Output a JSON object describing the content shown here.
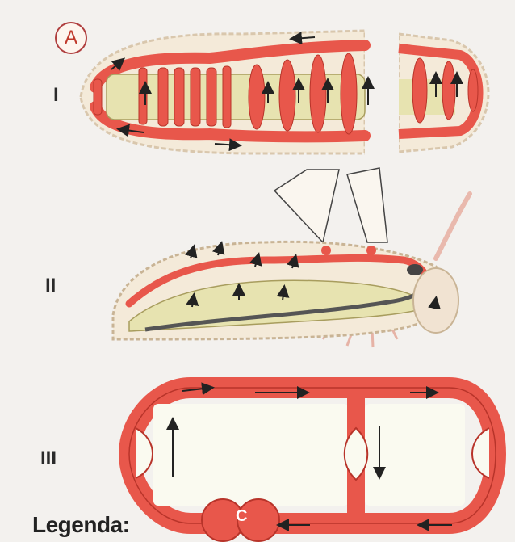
{
  "badge": "A",
  "panels": [
    {
      "label": "I",
      "name": "worm-closed-circulation"
    },
    {
      "label": "II",
      "name": "insect-open-circulation"
    },
    {
      "label": "III",
      "name": "simple-circulation-schema"
    }
  ],
  "heart_label": "C",
  "legend_title": "Legenda:",
  "colors": {
    "vessel": "#e8574b",
    "vessel_dark": "#b8342a",
    "body_outline": "#e9d6be",
    "gut": "#d8d59a",
    "arrow": "#222222",
    "page_bg": "#f3f1ee"
  }
}
